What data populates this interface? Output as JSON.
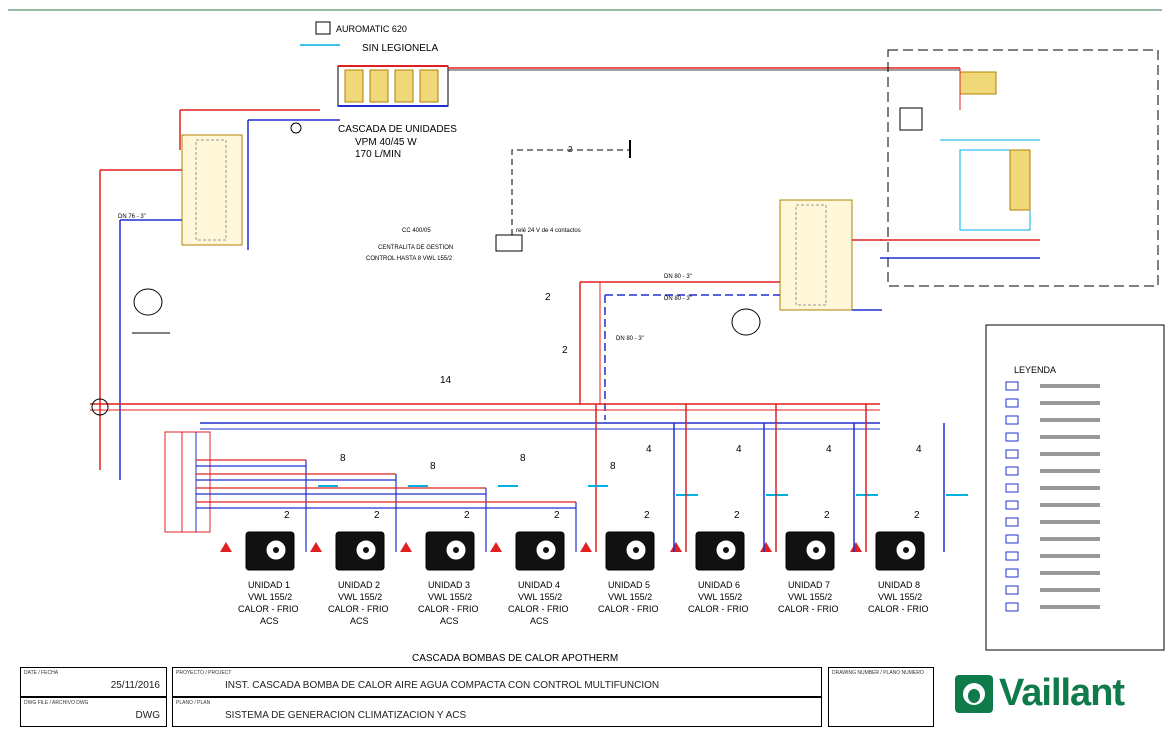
{
  "top_labels": {
    "controller": "AUROMATIC 620",
    "legionella": "SIN LEGIONELA",
    "cascade_title": "CASCADA DE UNIDADES",
    "cascade_model": "VPM 40/45 W",
    "cascade_flow": "170 L/MIN"
  },
  "control": {
    "line1": "CC 400/05",
    "line2": "CENTRALITA DE GESTION",
    "line3": "CONTROL HASTA 8 VWL 155/2",
    "relay": "relé 24 V de 4 contactos"
  },
  "pipes": {
    "dn_left": "DN 76 - 3\"",
    "dn_a": "DN 80 - 3\"",
    "dn_b": "DN 80 - 3\"",
    "dn_c": "DN 80 - 3\"",
    "riser": "2"
  },
  "numbers": {
    "n14": "14",
    "n2_a": "2",
    "n2_b": "2",
    "n8_list": [
      "8",
      "8",
      "8",
      "8"
    ],
    "n4_list": [
      "4",
      "4",
      "4",
      "4"
    ]
  },
  "units": [
    {
      "name": "UNIDAD 1",
      "model": "VWL 155/2",
      "mode": "CALOR - FRIO",
      "acs": "ACS"
    },
    {
      "name": "UNIDAD 2",
      "model": "VWL 155/2",
      "mode": "CALOR - FRIO",
      "acs": "ACS"
    },
    {
      "name": "UNIDAD 3",
      "model": "VWL 155/2",
      "mode": "CALOR - FRIO",
      "acs": "ACS"
    },
    {
      "name": "UNIDAD 4",
      "model": "VWL 155/2",
      "mode": "CALOR - FRIO",
      "acs": "ACS"
    },
    {
      "name": "UNIDAD 5",
      "model": "VWL 155/2",
      "mode": "CALOR - FRIO",
      "acs": ""
    },
    {
      "name": "UNIDAD 6",
      "model": "VWL 155/2",
      "mode": "CALOR - FRIO",
      "acs": ""
    },
    {
      "name": "UNIDAD 7",
      "model": "VWL 155/2",
      "mode": "CALOR - FRIO",
      "acs": ""
    },
    {
      "name": "UNIDAD 8",
      "model": "VWL 155/2",
      "mode": "CALOR - FRIO",
      "acs": ""
    }
  ],
  "diagram_title": "CASCADA BOMBAS DE CALOR APOTHERM",
  "legend": {
    "title": "LEYENDA",
    "items": [
      "",
      "",
      "",
      "",
      "",
      "",
      "",
      "",
      "",
      "",
      "",
      "",
      "",
      ""
    ]
  },
  "title_block": {
    "date_value": "25/11/2016",
    "file_value": "DWG",
    "project_value": "INST. CASCADA BOMBA DE CALOR AIRE AGUA COMPACTA CON CONTROL MULTIFUNCION",
    "plan_value": "SISTEMA DE GENERACION CLIMATIZACION Y ACS",
    "logo": "Vaillant"
  },
  "colors": {
    "supply": "#e02020",
    "return": "#2030d0",
    "cold": "#00b0e0",
    "equipment": "#e0c060",
    "line": "#000000",
    "brand": "#0f7a4a"
  }
}
